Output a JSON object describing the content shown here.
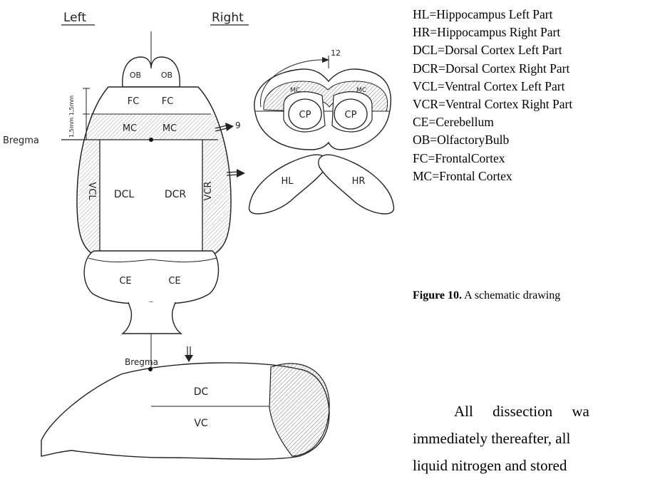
{
  "figure": {
    "orientation": {
      "left": "Left",
      "right": "Right"
    },
    "bregma_label": "Bregma",
    "scale_label": "1,5mm 1,5mm",
    "top_regions": {
      "ob_left": "OB",
      "ob_right": "OB",
      "fc_left": "FC",
      "fc_right": "FC",
      "mc_left": "MC",
      "mc_right": "MC",
      "vcl": "VCL",
      "dcl": "DCL",
      "dcr": "DCR",
      "vcr": "VCR",
      "ce_left": "CE",
      "ce_right": "CE"
    },
    "coronal": {
      "clock_12": "12",
      "clock_9": "9",
      "mc_left": "MC",
      "mc_right": "MC",
      "cp_left": "CP",
      "cp_right": "CP"
    },
    "hippocampus": {
      "hl": "HL",
      "hr": "HR"
    },
    "sagittal": {
      "bregma_label": "Bregma",
      "dc": "DC",
      "vc": "VC"
    }
  },
  "legend": [
    "HL=Hippocampus Left Part",
    "HR=Hippocampus Right Part",
    "DCL=Dorsal Cortex Left Part",
    "DCR=Dorsal Cortex Right Part",
    "VCL=Ventral Cortex Left Part",
    "VCR=Ventral Cortex Right Part",
    "CE=Cerebellum",
    "OB=OlfactoryBulb",
    "FC=FrontalCortex",
    "MC=Frontal Cortex"
  ],
  "caption": {
    "label": "Figure 10.",
    "text": " A schematic drawing"
  },
  "body_text": {
    "line1": "All dissection wa",
    "line2": "immediately thereafter, all",
    "line3": "liquid nitrogen and stored"
  }
}
